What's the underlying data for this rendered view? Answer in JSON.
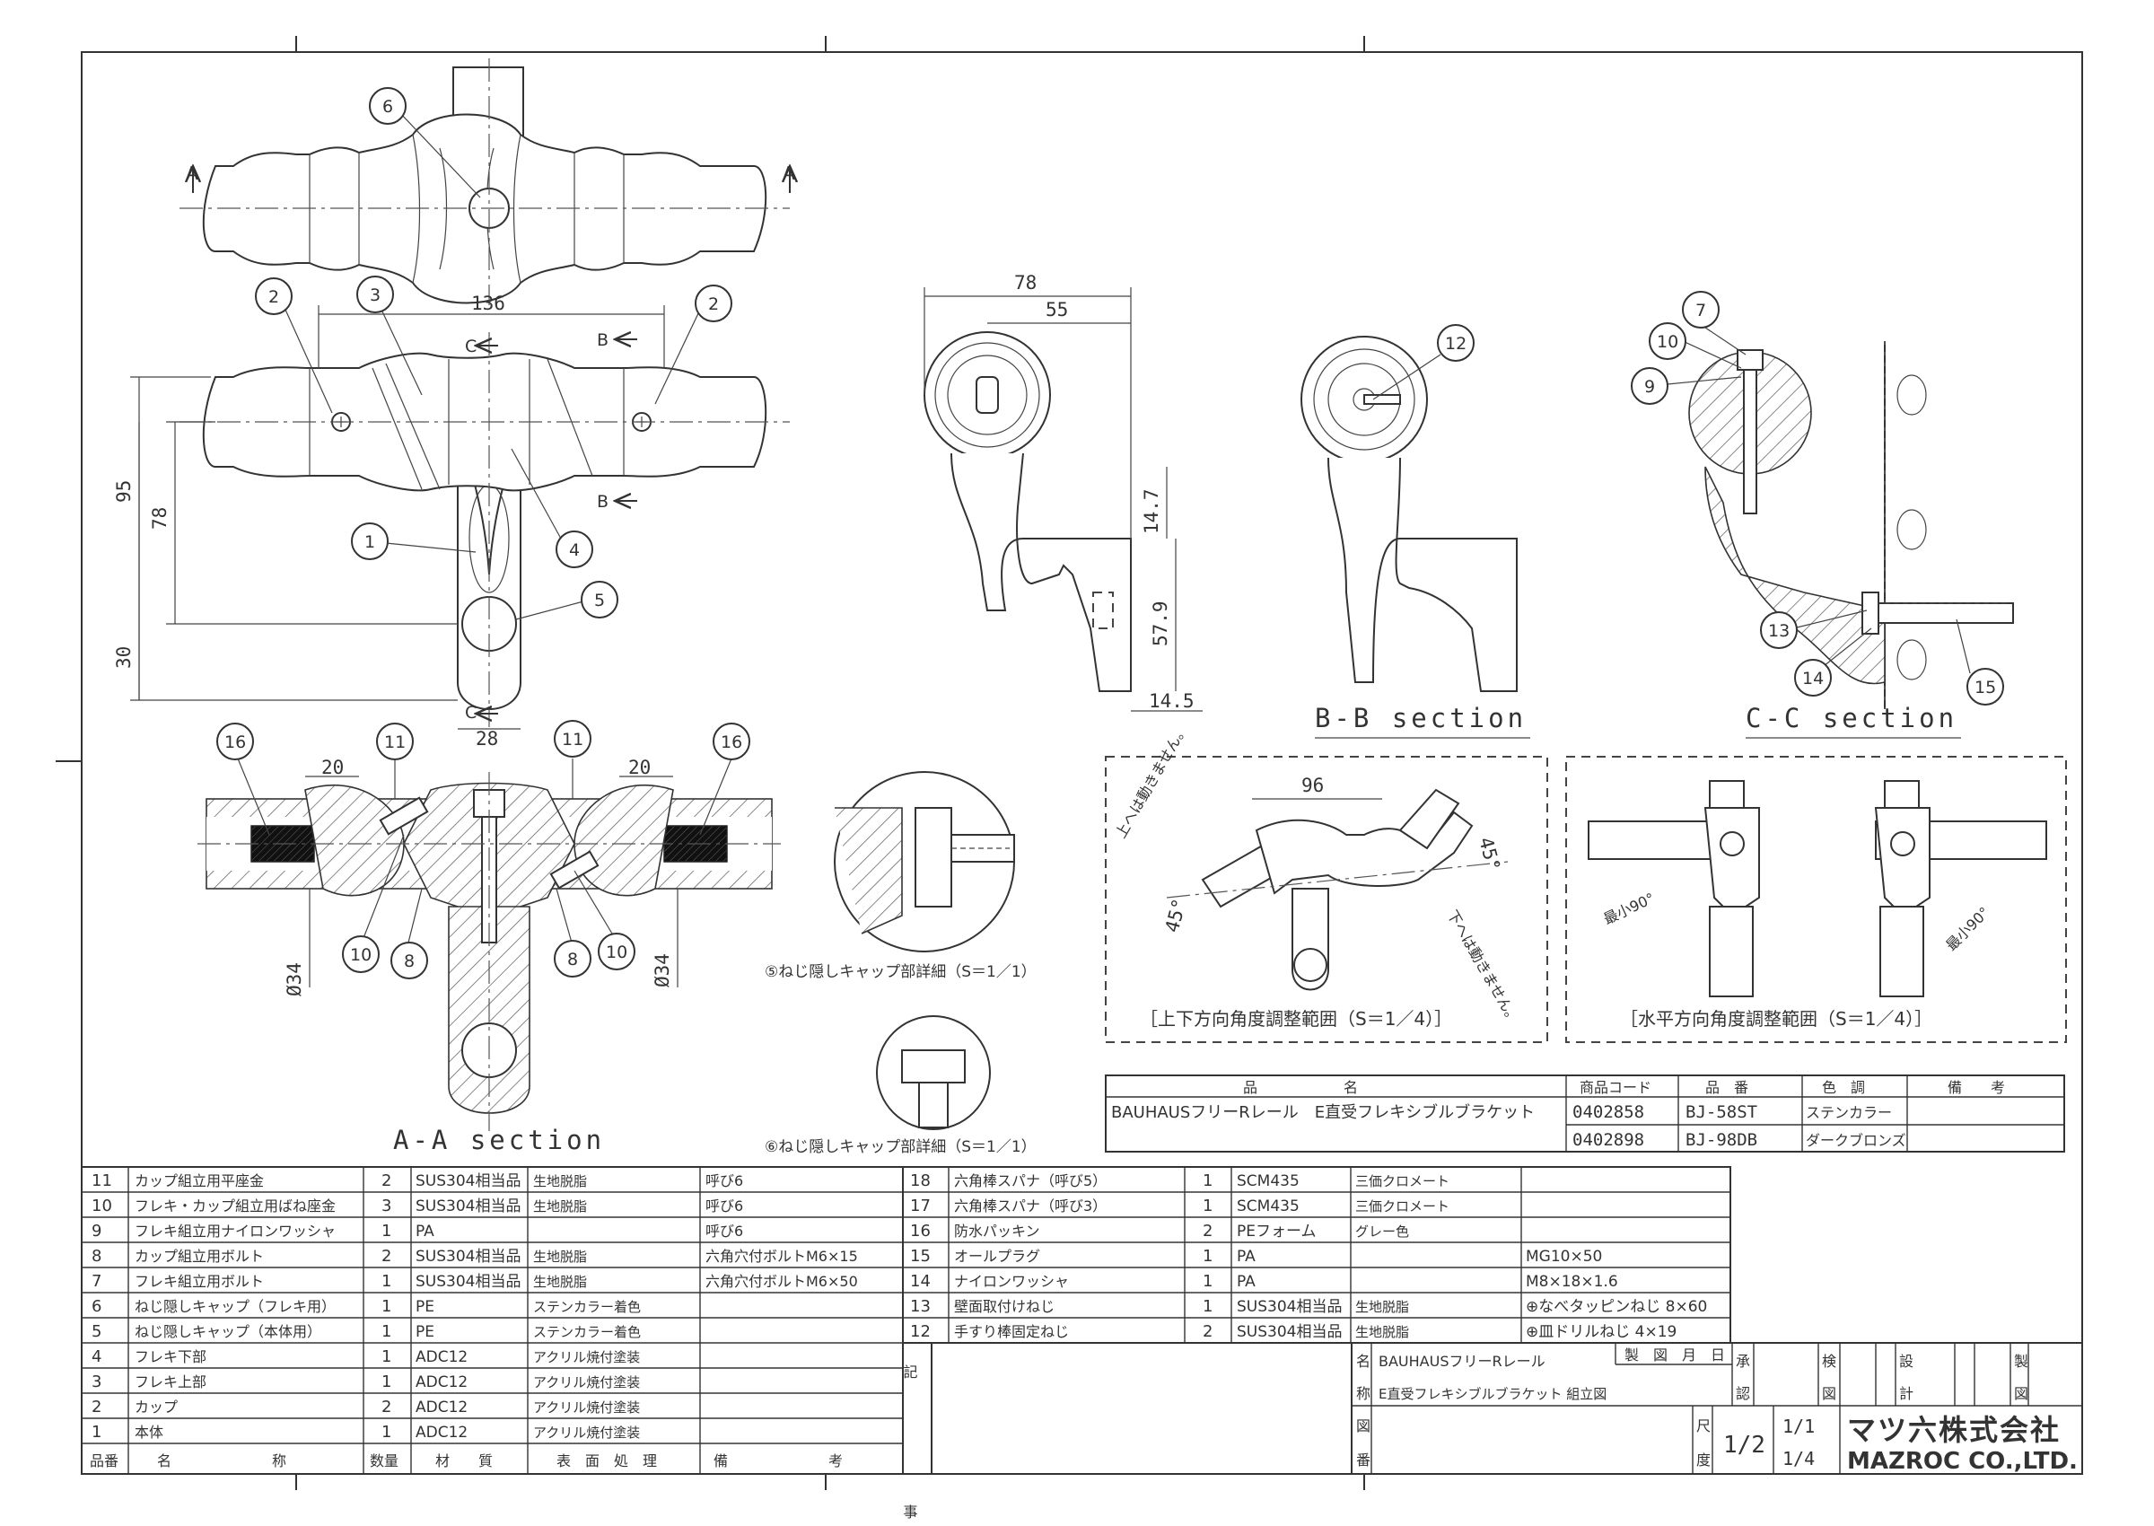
{
  "views": {
    "aa_section_label": "A-A section",
    "bb_section_label": "B-B section",
    "cc_section_label": "C-C section",
    "section_mark_a": "A",
    "section_mark_b": "B",
    "section_mark_c": "C",
    "detail5_caption": "⑤ねじ隠しキャップ部詳細（S＝1／1）",
    "detail6_caption": "⑥ねじ隠しキャップ部詳細（S＝1／1）",
    "vertical_range_caption": "［上下方向角度調整範囲（S＝1／4）］",
    "horizontal_range_caption": "［水平方向角度調整範囲（S＝1／4）］",
    "angle_note_up": "上へは動きません。",
    "angle_note_down": "下へは動きません。",
    "angle_min_left": "最小90°",
    "angle_min_right": "最小90°"
  },
  "dimensions": {
    "d136": "136",
    "d95": "95",
    "d78_left": "78",
    "d30": "30",
    "d28": "28",
    "d20_left": "20",
    "d20_right": "20",
    "d34_left": "Ø34",
    "d34_right": "Ø34",
    "d78_side": "78",
    "d55": "55",
    "d14_7": "14.7",
    "d57_9": "57.9",
    "d14_5": "14.5",
    "d96": "96",
    "d45_left": "45°",
    "d45_right": "45°"
  },
  "balloons": [
    "1",
    "2",
    "3",
    "4",
    "5",
    "6",
    "7",
    "8",
    "9",
    "10",
    "11",
    "12",
    "13",
    "14",
    "15",
    "16"
  ],
  "product_table": {
    "headers": [
      "品　　　　　　名",
      "商品コード",
      "品　番",
      "色　調",
      "備　　考"
    ],
    "product_name": "BAUHAUSフリーRレール　E直受フレキシブルブラケット",
    "rows": [
      {
        "code": "0402858",
        "part_no": "BJ-58ST",
        "color": "ステンカラー",
        "note": ""
      },
      {
        "code": "0402898",
        "part_no": "BJ-98DB",
        "color": "ダークブロンズ",
        "note": ""
      }
    ]
  },
  "parts_left": [
    {
      "no": "11",
      "name": "カップ組立用平座金",
      "qty": "2",
      "material": "SUS304相当品",
      "finish": "生地脱脂",
      "note": "呼び6"
    },
    {
      "no": "10",
      "name": "フレキ・カップ組立用ばね座金",
      "qty": "3",
      "material": "SUS304相当品",
      "finish": "生地脱脂",
      "note": "呼び6"
    },
    {
      "no": "9",
      "name": "フレキ組立用ナイロンワッシャ",
      "qty": "1",
      "material": "PA",
      "finish": "",
      "note": "呼び6"
    },
    {
      "no": "8",
      "name": "カップ組立用ボルト",
      "qty": "2",
      "material": "SUS304相当品",
      "finish": "生地脱脂",
      "note": "六角穴付ボルトM6×15"
    },
    {
      "no": "7",
      "name": "フレキ組立用ボルト",
      "qty": "1",
      "material": "SUS304相当品",
      "finish": "生地脱脂",
      "note": "六角穴付ボルトM6×50"
    },
    {
      "no": "6",
      "name": "ねじ隠しキャップ（フレキ用）",
      "qty": "1",
      "material": "PE",
      "finish": "ステンカラー着色",
      "note": ""
    },
    {
      "no": "5",
      "name": "ねじ隠しキャップ（本体用）",
      "qty": "1",
      "material": "PE",
      "finish": "ステンカラー着色",
      "note": ""
    },
    {
      "no": "4",
      "name": "フレキ下部",
      "qty": "1",
      "material": "ADC12",
      "finish": "アクリル焼付塗装",
      "note": ""
    },
    {
      "no": "3",
      "name": "フレキ上部",
      "qty": "1",
      "material": "ADC12",
      "finish": "アクリル焼付塗装",
      "note": ""
    },
    {
      "no": "2",
      "name": "カップ",
      "qty": "2",
      "material": "ADC12",
      "finish": "アクリル焼付塗装",
      "note": ""
    },
    {
      "no": "1",
      "name": "本体",
      "qty": "1",
      "material": "ADC12",
      "finish": "アクリル焼付塗装",
      "note": ""
    }
  ],
  "parts_left_headers": [
    "品番",
    "名　　　　　　　称",
    "数量",
    "材　　質",
    "表　面　処　理",
    "備　　　　　　　考"
  ],
  "parts_right": [
    {
      "no": "18",
      "name": "六角棒スパナ（呼び5）",
      "qty": "1",
      "material": "SCM435",
      "finish": "三価クロメート",
      "note": ""
    },
    {
      "no": "17",
      "name": "六角棒スパナ（呼び3）",
      "qty": "1",
      "material": "SCM435",
      "finish": "三価クロメート",
      "note": ""
    },
    {
      "no": "16",
      "name": "防水パッキン",
      "qty": "2",
      "material": "PEフォーム",
      "finish": "グレー色",
      "note": ""
    },
    {
      "no": "15",
      "name": "オールプラグ",
      "qty": "1",
      "material": "PA",
      "finish": "",
      "note": "MG10×50"
    },
    {
      "no": "14",
      "name": "ナイロンワッシャ",
      "qty": "1",
      "material": "PA",
      "finish": "",
      "note": "M8×18×1.6"
    },
    {
      "no": "13",
      "name": "壁面取付けねじ",
      "qty": "1",
      "material": "SUS304相当品",
      "finish": "生地脱脂",
      "note": "⊕なべタッピンねじ 8×60"
    },
    {
      "no": "12",
      "name": "手すり棒固定ねじ",
      "qty": "2",
      "material": "SUS304相当品",
      "finish": "生地脱脂",
      "note": "⊕皿ドリルねじ 4×19"
    }
  ],
  "remarks_label": "記　　　　　事",
  "title_block": {
    "name_label": "名",
    "name_label2": "称",
    "drawing_label": "図",
    "drawing_label2": "番",
    "name_line1": "BAUHAUSフリーRレール",
    "name_line2": "E直受フレキシブルブラケット 組立図",
    "date_label": "製　図　月　日",
    "approve": "承",
    "approve2": "認",
    "inspect": "検",
    "inspect2": "図",
    "design": "設",
    "design2": "計",
    "drafted": "製",
    "drafted2": "図",
    "scale_label": "尺",
    "scale_label2": "度",
    "scale_value": "1/2",
    "scale_sub1": "1/1",
    "scale_sub2": "1/4",
    "company_jp": "マツ六株式会社",
    "company_en": "MAZROC CO.,LTD."
  }
}
